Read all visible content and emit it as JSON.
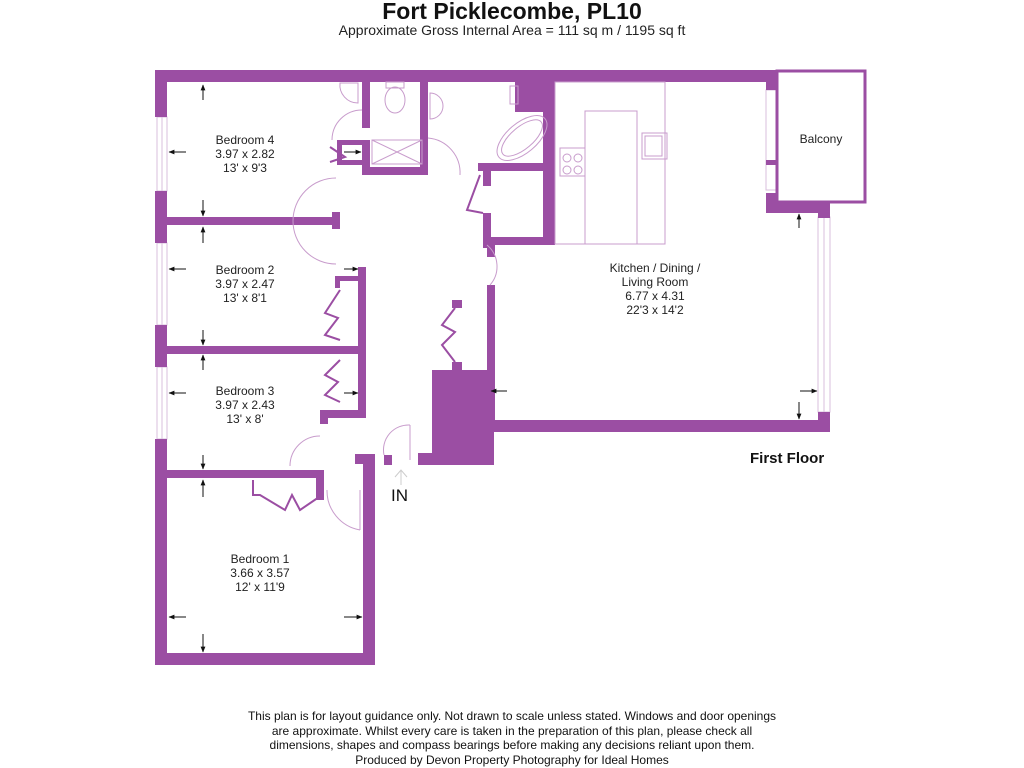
{
  "header": {
    "title": "Fort Picklecombe, PL10",
    "subtitle": "Approximate Gross Internal Area = 111 sq m / 1195 sq ft"
  },
  "colors": {
    "wall": "#9b4ea3",
    "fixture_line": "#c89ccc",
    "window_line": "#d9bfdc",
    "text": "#222222",
    "background": "#ffffff"
  },
  "floor": {
    "label": "First Floor",
    "entrance_label": "IN"
  },
  "rooms": [
    {
      "name": "Bedroom 4",
      "metric": "3.97 x 2.82",
      "imperial": "13' x 9'3"
    },
    {
      "name": "Bedroom 2",
      "metric": "3.97 x 2.47",
      "imperial": "13' x 8'1"
    },
    {
      "name": "Bedroom 3",
      "metric": "3.97 x 2.43",
      "imperial": "13' x 8'"
    },
    {
      "name": "Bedroom 1",
      "metric": "3.66 x 3.57",
      "imperial": "12' x 11'9"
    },
    {
      "name_line1": "Kitchen / Dining /",
      "name_line2": "Living Room",
      "metric": "6.77 x 4.31",
      "imperial": "22'3 x 14'2"
    },
    {
      "name": "Balcony"
    }
  ],
  "icons": [
    "toilet-icon",
    "wash-basin-icon",
    "shower-tray-icon",
    "bath-icon",
    "hob-icon",
    "kitchen-sink-icon",
    "entrance-arrow-icon",
    "dimension-arrow-icon"
  ],
  "footer": {
    "line1": "This plan is for layout guidance only. Not drawn to scale unless stated. Windows and door openings",
    "line2": "are approximate. Whilst every care is taken in the preparation of this plan, please check all",
    "line3": "dimensions, shapes and compass bearings before making any decisions reliant upon them.",
    "line4": "Produced by Devon Property Photography for Ideal Homes"
  }
}
